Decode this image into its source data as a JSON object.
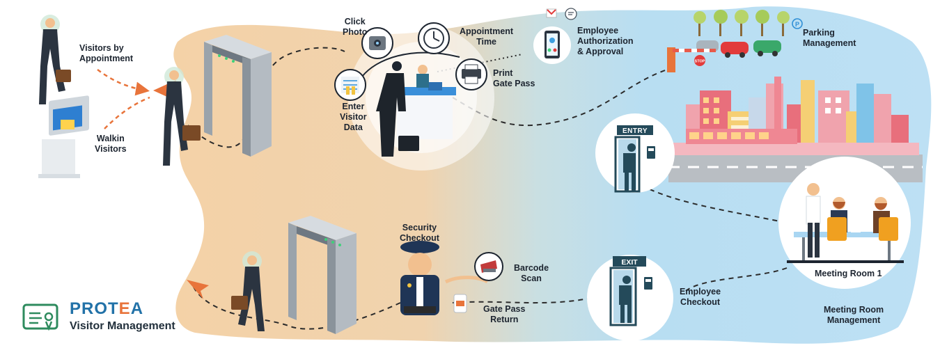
{
  "labels": {
    "visitors_by_appointment": [
      "Visitors by",
      "Appointment"
    ],
    "walkin_visitors": [
      "Walkin",
      "Visitors"
    ],
    "click_photo": [
      "Click",
      "Photo"
    ],
    "appointment_time": [
      "Appointment",
      "Time"
    ],
    "employee_authorization": [
      "Employee",
      "Authorization",
      "& Approval"
    ],
    "enter_visitor_data": [
      "Enter",
      "Visitor",
      "Data"
    ],
    "print_gate_pass": [
      "Print",
      "Gate Pass"
    ],
    "parking_management": [
      "Parking",
      "Management"
    ],
    "security_checkout": [
      "Security",
      "Checkout"
    ],
    "barcode_scan": [
      "Barcode",
      "Scan"
    ],
    "gate_pass_return": [
      "Gate Pass",
      "Return"
    ],
    "employee_checkout": [
      "Employee",
      "Checkout"
    ],
    "meeting_room_1": "Meeting Room 1",
    "meeting_room_management": [
      "Meeting Room",
      "Management"
    ]
  },
  "signs": {
    "entry": "ENTRY",
    "exit": "EXIT",
    "stop": "STOP"
  },
  "brand": {
    "name_part1": "PROT",
    "name_accent": "E",
    "name_part2": "A",
    "subtitle": "Visitor Management"
  },
  "colors": {
    "brand_blue": "#2272a8",
    "brand_green": "#2e8b5e",
    "accent_orange": "#e8743b",
    "sand": "#f1d4ae",
    "sky": "#bfe0f3",
    "flow_line": "#2b2b2b"
  },
  "icons": [
    "visitor-person-icon",
    "kiosk-icon",
    "metal-detector-gate-icon",
    "camera-icon",
    "clock-icon",
    "smartphone-icon",
    "gmail-icon",
    "chat-icon",
    "printer-icon",
    "fingerprint-scan-icon",
    "reception-desk-icon",
    "parking-p-icon",
    "boom-barrier-icon",
    "car-icon",
    "tree-icon",
    "factory-icon",
    "access-door-icon",
    "meeting-room-icon",
    "security-guard-icon",
    "barcode-scanner-icon",
    "gate-pass-card-icon",
    "paper-plane-arrow-icon",
    "brand-logo-icon"
  ]
}
